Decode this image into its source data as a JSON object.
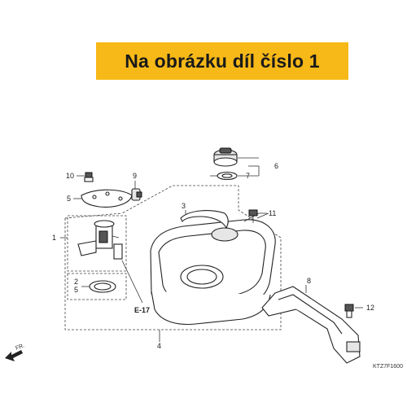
{
  "banner": {
    "text": "Na obrázku díl číslo 1"
  },
  "callouts": {
    "c1": "1",
    "c2": "2",
    "c3": "3",
    "c4": "4",
    "c5a": "5",
    "c5b": "5",
    "c6": "6",
    "c7": "7",
    "c8": "8",
    "c9": "9",
    "c10": "10",
    "c11": "11",
    "c12": "12"
  },
  "refs": {
    "e17": "E-17",
    "fr": "FR."
  },
  "diagram_code": "KTZ7F1600",
  "colors": {
    "banner": "#f7b918",
    "line": "#333333"
  }
}
